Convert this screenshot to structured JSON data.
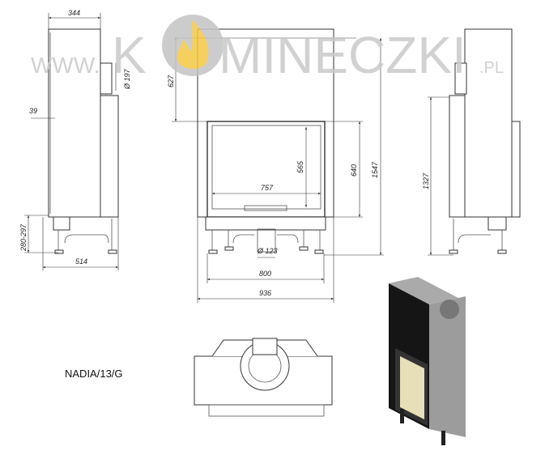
{
  "watermark": {
    "prefix": "WWW.",
    "k": "K",
    "name": "MINECZKI",
    "suffix": ".PL",
    "flame_color": "#f5c842"
  },
  "model_label": "NADIA/13/G",
  "side_view_left": {
    "width_top": "344",
    "flue_diameter": "Ø 197",
    "offset": "39",
    "leg_height": "280-297",
    "depth": "514"
  },
  "front_view": {
    "top_height": "627",
    "glass_width": "757",
    "glass_height": "565",
    "door_height": "640",
    "total_height": "1547",
    "outlet_diameter": "Ø 123",
    "legs_width": "800",
    "total_width": "936"
  },
  "side_view_right": {
    "height": "1327"
  }
}
